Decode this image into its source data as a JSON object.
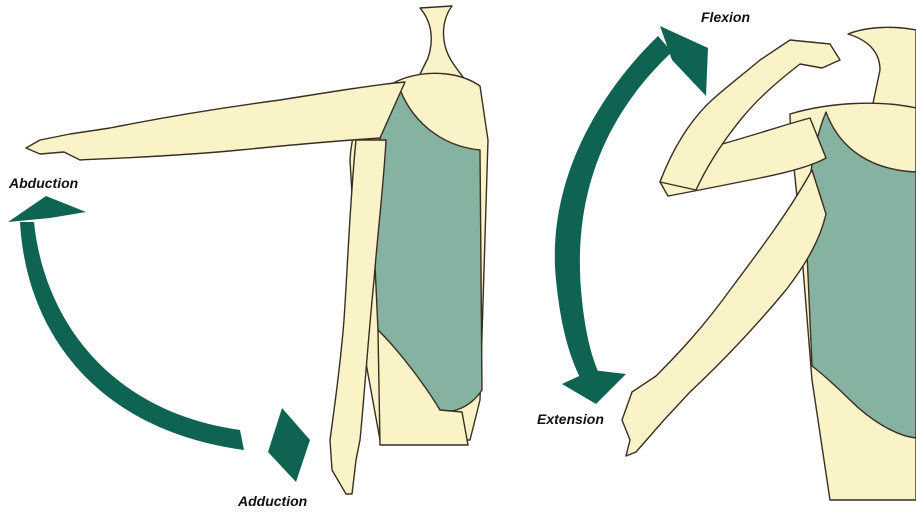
{
  "labels": {
    "abduction": "Abduction",
    "adduction": "Adduction",
    "flexion": "Flexion",
    "extension": "Extension"
  },
  "colors": {
    "arrow": "#0f6352",
    "skin": "#fbf3c8",
    "leotard": "#86b3a1",
    "outline": "#3a2e22"
  }
}
